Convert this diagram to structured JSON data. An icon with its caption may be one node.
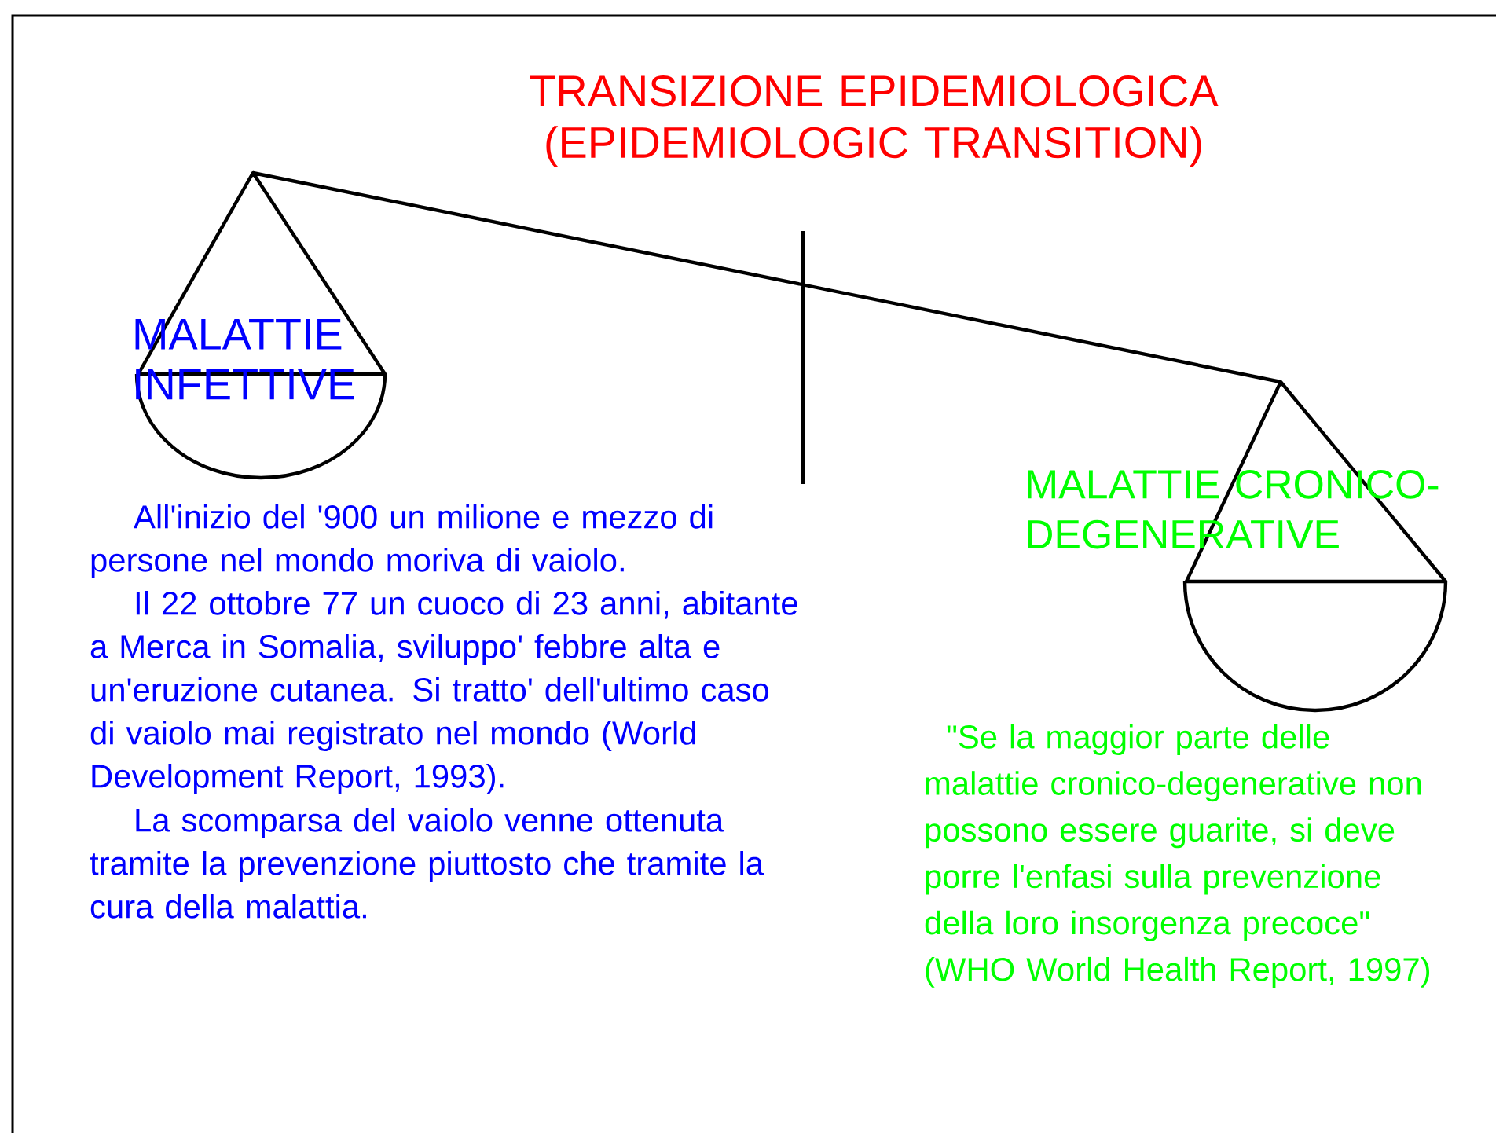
{
  "diagram": {
    "title": "TRANSIZIONE EPIDEMIOLOGICA (EPIDEMIOLOGIC TRANSITION)",
    "labels": [
      "MALATTIE INFETTIVE",
      "MALATTIE CRONICO-DEGENERATIVE",
      "All'inizio del '900 un milione e mezzo di persone nel mondo moriva di vaiolo.",
      "Il 22 ottobre 77 un cuoco di 23 anni, abitante a Merca in Somalia, sviluppo' febbre alta e un'eruzione cutanea. Si tratto' dell'ultimo caso di vaiolo mai registrato nel mondo (World Development Report, 1993).",
      "La scomparsa del vaiolo venne ottenuta tramite la prevenzione piuttosto che tramite la cura della malattia.",
      "\"Se la maggior parte delle malattie cronico-degenerative non possono essere guarite, si deve porre l'enfasi sulla prevenzione della loro insorgenza precoce\" (WHO World Health Report, 1997)"
    ]
  }
}
